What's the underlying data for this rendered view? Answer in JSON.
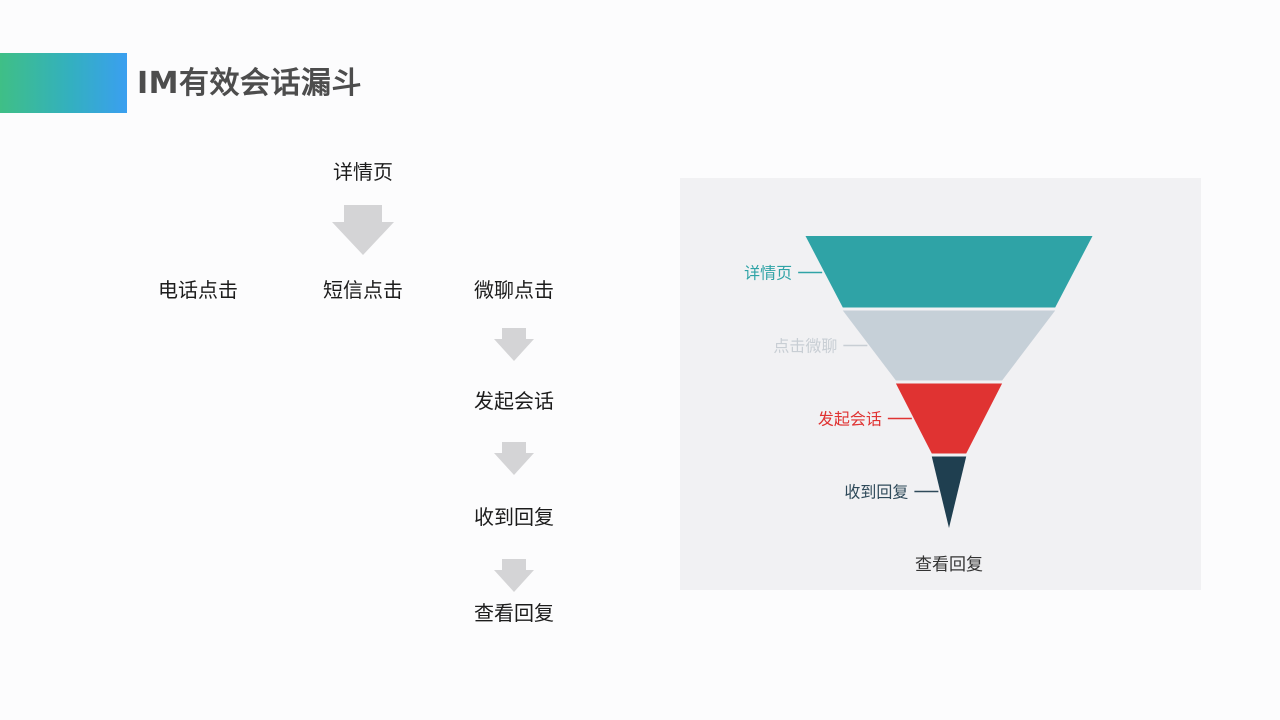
{
  "header": {
    "title": "IM有效会话漏斗"
  },
  "flow": {
    "top": "详情页",
    "branches": [
      "电话点击",
      "短信点击",
      "微聊点击"
    ],
    "steps": [
      "发起会话",
      "收到回复",
      "查看回复"
    ]
  },
  "chart_data": {
    "type": "funnel",
    "stages": [
      {
        "label": "详情页",
        "value": 100,
        "color": "#2fa3a6"
      },
      {
        "label": "点击微聊",
        "value": 74,
        "color": "#c6d0d8"
      },
      {
        "label": "发起会话",
        "value": 37,
        "color": "#e03332"
      },
      {
        "label": "收到回复",
        "value": 12,
        "color": "#1f3f50"
      },
      {
        "label": "查看回复",
        "value": 0,
        "color": "#1f3f50"
      }
    ],
    "label_colors": [
      "#2fa3a6",
      "#c8ced4",
      "#e03332",
      "#2f4a5a",
      "#333333"
    ]
  }
}
